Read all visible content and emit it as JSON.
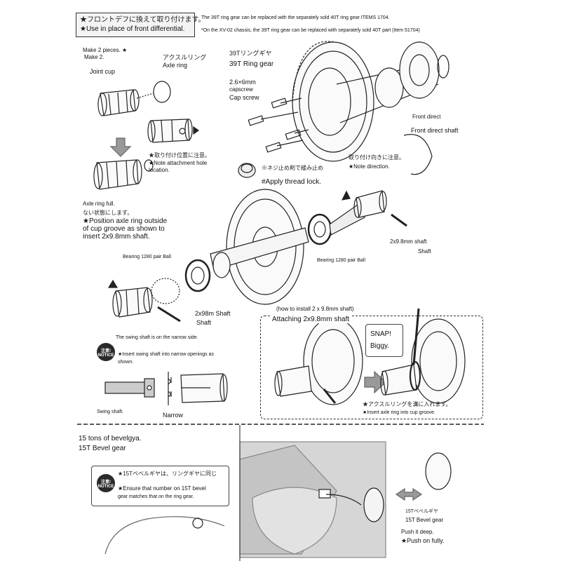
{
  "header": {
    "jp": "★フロントデフに換えて取り付けます。",
    "en": "★Use in place of front differential.",
    "note1": "The 39T ring gear can be replaced with the separately sold 40T ring gear ITEMS 1704.",
    "note2": "*On the XV-02 chassis, the 39T ring gear can be replaced with separately sold 40T part (Item 51704)"
  },
  "joint": {
    "make2_a": "Make 2 pieces. ★",
    "make2_b": "Make 2.",
    "joint_cup": "Joint cup",
    "axle_ring_jp": "アクスルリング",
    "axle_ring": "Axle ring",
    "attach_jp": "★取り付け位置に注意。",
    "attach_en1": "★Note attachment hole",
    "attach_en2": "location.",
    "axle_full": "Axle ring full.",
    "jp_line": "ない状態にします。",
    "position1": "★Position axle ring outside",
    "position2": "of cup groove as shown to",
    "position3": "insert 2x9.8mm shaft."
  },
  "ring": {
    "label_jp": "39Tリングギヤ",
    "label": "39T Ring gear",
    "screw_size": "2.6×6mm",
    "screw_type": "capscrew",
    "cap_screw": "Cap screw",
    "direction_jp": "取り付け向きに注意。",
    "direction_en": "★Note direction.",
    "thread_jp": "※ネジ止め剤で緩み止め",
    "thread_en": "#Apply thread lock.",
    "front_direct_a": "Front direct",
    "front_direct_b": "Front direct shaft"
  },
  "diff": {
    "bearing_left": "Bearing 1280 pair Ball",
    "bearing_right": "Bearing 1280 pair Ball",
    "shaft_right_a": "2x9.8mm shaft",
    "shaft_right_b": "Shaft",
    "shaft_left_a": "2x98m Shaft",
    "shaft_left_b": "Shaft"
  },
  "swing": {
    "swing_note": "The swing shaft is on the narrow side.",
    "notice_jp": "注意!",
    "notice_en": "NOTICE",
    "insert1": "★Insert swing shaft into narrow openings as",
    "insert2": "shown.",
    "swing_shaft": "Swing shaft.",
    "narrow": "Narrow"
  },
  "attach_panel": {
    "how": "(how to install 2 x 9.8mm shaft)",
    "title": "Attaching 2x9.8mm shaft",
    "snap1": "SNAP!",
    "snap2": "Biggy.",
    "jp": "★アクスルリングを溝に入れます。",
    "en": "★Insert axle ring into cup groove."
  },
  "bevel": {
    "title1": "15 tons of bevelgya.",
    "title2": "15T Bevel gear",
    "notice_jp": "注意!",
    "notice_en": "NOTICE",
    "jp": "★15Tベベルギヤは、リングギヤに同じ",
    "en1": "★Ensure that number on 15T bevel",
    "en2": "gear matches that on the ring gear.",
    "label_jp": "15Tベベルギヤ",
    "label_en": "15T Bevel gear",
    "push1": "Push it deep.",
    "push2": "★Push on fully."
  },
  "colors": {
    "ink": "#111111",
    "panel": "#f2f2f2",
    "arrow": "#888888"
  }
}
